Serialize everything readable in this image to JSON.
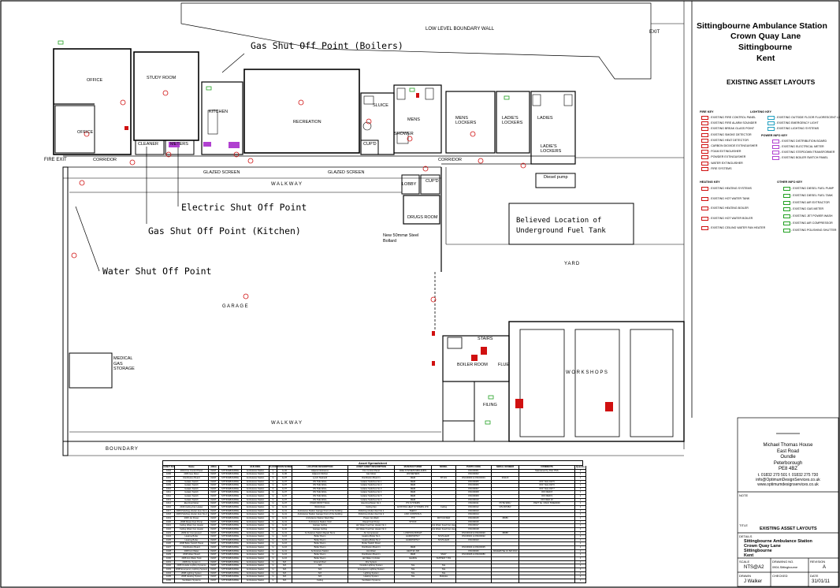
{
  "header": {
    "line1": "Sittingbourne Ambulance Station",
    "line2": "Crown Quay Lane",
    "line3": "Sittingbourne",
    "line4": "Kent",
    "subtitle": "EXISTING ASSET LAYOUTS"
  },
  "site": {
    "boundary_wall": "LOW  LEVEL  BOUNDARY  WALL",
    "exit": "EXIT",
    "fire_exit": "FIRE EXIT",
    "boundary": "BOUNDARY",
    "yard": "YARD",
    "walkway": "W A L K W A Y"
  },
  "rooms": {
    "office1": "OFFICE",
    "office2": "OFFICE",
    "study": "STUDY ROOM",
    "kitchen": "KITCHEN",
    "recreation": "RECREATION",
    "sluice": "SLUICE",
    "mens": "MENS",
    "shower": "SHOWER",
    "mens_lockers": "MENS LOCKERS",
    "ladies_lockers": "LADIE'S LOCKERS",
    "ladies": "LADIES",
    "ladies_lockers2": "LADIE'S LOCKERS",
    "cleaner": "CLEANER",
    "meters": "METERS",
    "cupd1": "CUP'D",
    "corridor1": "CORRIDOR",
    "corridor2": "CORRIDOR",
    "glazed1": "GLAZED SCREEN",
    "glazed2": "GLAZED SCREEN",
    "lobby": "LOBBY",
    "cupd2": "CUP'D",
    "drugs": "DRUGS ROOM",
    "diesel": "Diesel pump",
    "garage": "G A R A G E",
    "medical": "MEDICAL GAS STORAGE",
    "stairs": "STAIRS",
    "boiler": "BOILER ROOM",
    "flue": "FLUE",
    "filing": "FILING",
    "workshops": "W O R K S H O P S",
    "bollard": "New 50mmø Steel Bollard"
  },
  "callouts": {
    "gas_boilers": "Gas Shut Off Point (Boilers)",
    "electric": "Electric Shut Off Point",
    "gas_kitchen": "Gas Shut Off Point (Kitchen)",
    "water": "Water Shut Off Point",
    "fuel_tank": "Believed Location of Underground Fuel Tank"
  },
  "key": {
    "fire_title": "FIRE KEY",
    "fire_items": [
      "EXISTING FIRE CONTROL PANEL",
      "EXISTING FIRE ALARM SOUNDER",
      "EXISTING BREAK GLASS POINT",
      "EXISTING SMOKE DETECTOR",
      "EXISTING HEAT DETECTOR",
      "CARBON DIOXIDE EXTINGUISHER",
      "FOAM EXTINGUISHER",
      "POWDER EXTINGUISHER",
      "WATER EXTINGUISHER",
      "FIRE SYSTEMS"
    ],
    "light_title": "LIGHTING KEY",
    "light_items": [
      "EXISTING OUTSIDE FLOOR FLUORESCENT LIGHT",
      "EXISTING EMERGENCY LIGHT",
      "EXISTING LIGHTING SYSTEMS"
    ],
    "power_title": "POWER INFO KEY",
    "power_items": [
      "EXISTING DISTRIBUTION BOARD",
      "EXISTING ELECTRICAL METER",
      "EXISTING STEPDOWN TRANSFORMER",
      "EXISTING BOILER SWITCH PANEL"
    ],
    "heat_title": "HEATING KEY",
    "heat_items": [
      "EXISTING HEATING SYSTEMS",
      "EXISTING HOT WATER TANK",
      "EXISTING HEATING BOILER",
      "EXISTING HOT WATER BOILER",
      "EXISTING CEILING WATER FAN HEATER"
    ],
    "other_title": "OTHER INFO KEY",
    "other_items": [
      "EXISTING DIESEL FUEL PUMP",
      "EXISTING DIESEL FUEL TANK",
      "EXISTING AIR EXTRACTOR",
      "EXISTING GAS METER",
      "EXISTING JET POWER WASH",
      "EXISTING AIR COMPRESSOR",
      "EXISTING POLISHING SHUTTER"
    ]
  },
  "company": {
    "name": "Michael Thomas House",
    "addr1": "East Road",
    "addr2": "Oundle",
    "addr3": "Peterborough",
    "postcode": "PE8 4BZ",
    "tel": "t.  01832 270 501  f.  01832 275 730",
    "email": "info@OptimumDesignServices.co.uk",
    "web": "www.optimumdesignservices.co.uk"
  },
  "titleblock": {
    "note_label": "NOTE",
    "title_label": "TITLE",
    "title": "EXISTING ASSET LAYOUTS",
    "details_label": "DETAILS",
    "details1": "Sittingbourne Ambulance Station",
    "details2": "Crown Quay Lane",
    "details3": "Sittingbourne",
    "details4": "Kent",
    "scale_label": "SCALE",
    "scale": "NTS@A2",
    "drawing_label": "DRAWING NO.",
    "drawing": "0904-Sittingbourne",
    "revision_label": "REVISION",
    "revision": "A",
    "drawn_label": "DRAWN",
    "drawn": "J Walker",
    "checked_label": "CHECKED",
    "checked": "",
    "date_label": "DATE",
    "date": "31/01/11"
  },
  "table": {
    "title": "Asset Spreadsheet",
    "headers": [
      "ASSET NUMBER",
      "Name",
      "AREA",
      "SITE",
      "BUILDING",
      "FLOOR",
      "ROOM NUMBER",
      "LOCATION DESCRIPTION",
      "ASSET ASSET DESCRIPTION",
      "MANUFACTURER",
      "MODEL",
      "PHOTO CODE",
      "SERIAL NUMBER",
      "COMMENTS",
      "Quantity"
    ],
    "rows": [
      [
        "1004",
        "2004 Fire Control Panel",
        "KENT",
        "SITTINGBOURNE",
        "Ambulance Station",
        "G",
        "G-02",
        "Adjacent Entrance",
        "Fire Control Panel",
        "FIRE SYSTEMS MIDLANDS",
        "",
        "DSC00001",
        "",
        "Maintained by KSA ITSS",
        "1"
      ],
      [
        "1006",
        "2006 Gas Meter",
        "KENT",
        "SITTINGBOURNE",
        "Ambulance Station",
        "G",
        "G-06",
        "Adjacent Kitchen",
        "Gas Meter",
        "UNI METERS",
        "",
        "DSC00002",
        "",
        "",
        "1"
      ],
      [
        "1007",
        "Distribution Board",
        "KENT",
        "SITTINGBOURNE",
        "Ambulance Station",
        "G",
        "G-07",
        "Lynch Stairwell",
        "Distribution Board 1",
        "MEM",
        "BT101",
        "DSC00003 & DSC00004",
        "391123",
        "",
        "1"
      ],
      [
        "1008",
        "Isolator Switch",
        "KENT",
        "SITTINGBOURNE",
        "Ambulance Station",
        "G",
        "G-07",
        "ON THE WALL",
        "Isolator Switches No 1",
        "MEM",
        "",
        "DSC00005",
        "",
        "OFF YELLOW 5",
        "1"
      ],
      [
        "1009",
        "Isolator Switch",
        "KENT",
        "SITTINGBOURNE",
        "Ambulance Station",
        "G",
        "G-07",
        "ON THE WALL",
        "Isolator Switches No 2",
        "MEM",
        "",
        "DSC00006",
        "",
        "OFF YELLOW 6",
        "1"
      ],
      [
        "1010",
        "Isolator Switch",
        "KENT",
        "SITTINGBOURNE",
        "Ambulance Station",
        "G",
        "G-07",
        "ON THE WALL",
        "Isolator Switches No 3",
        "MEM",
        "",
        "DSC00007",
        "",
        "OFF YELLOW 7",
        "1"
      ],
      [
        "1011",
        "Isolator Switch",
        "KENT",
        "SITTINGBOURNE",
        "Ambulance Station",
        "G",
        "G-07",
        "ON THE WALL",
        "Isolator Switches No 4",
        "MEM",
        "",
        "DSC00008",
        "",
        "OFF RED 8",
        "1"
      ],
      [
        "1012",
        "Isolator Switch",
        "KENT",
        "SITTINGBOURNE",
        "Ambulance Station",
        "G",
        "G-07",
        "ON THE WALL",
        "Isolator Switches No 5",
        "MEM",
        "",
        "DSC00009",
        "",
        "OFF RED 9",
        "1"
      ],
      [
        "1013",
        "Isolator Switch",
        "KENT",
        "SITTINGBOURNE",
        "Ambulance Station",
        "G",
        "G-07",
        "ON THE WALL",
        "Isolator Switches No 6",
        "MEM",
        "",
        "DSC00010",
        "",
        "OFF RED 10",
        "1"
      ],
      [
        "1014",
        "Electrical Meter",
        "KENT",
        "SITTINGBOURNE",
        "Ambulance Station",
        "G",
        "G-07",
        "OVER FRONT WALL",
        "Electrical Meter No 1",
        "ITS SYSTEMS",
        "",
        "DSC00011",
        "PCTE 9001/",
        "PART No. DSCK 5/ME0000/",
        "1"
      ],
      [
        "1016",
        "2016 Ceiling Fan Heater",
        "KENT",
        "SITTINGBOURNE",
        "Ambulance Station",
        "G",
        "G-41",
        "Workshops",
        "Ceiling Fan",
        "EXISTING HEAT SYSTEMS LTD",
        "Ceiling",
        "DSC00012",
        "V/N 097452/",
        "",
        "1"
      ],
      [
        "1017",
        "2008 Polishing shutter door No 1",
        "KENT",
        "SITTINGBOURNE",
        "Ambulance Station",
        "G",
        "G-41",
        "Ambulance Station Garage Front of the building",
        "Polishing shutter door No 1",
        "TEEKO",
        "",
        "DSC00013",
        "",
        "",
        "1"
      ],
      [
        "1018",
        "2008 Polishing shutter door No 2",
        "KENT",
        "SITTINGBOURNE",
        "Ambulance Station",
        "G",
        "G-41",
        "Ambulance Station Garage Front of the building",
        "Polishing shutter door No 2",
        "LINK CONTROLS",
        "",
        "DSC00014",
        "",
        "",
        "1"
      ],
      [
        "1019",
        "2008 Jet Power",
        "KENT",
        "SITTINGBOURNE",
        "Ambulance Station",
        "G",
        "G-41",
        "Ambulance Station Wash Bay",
        "Power Jet Wash",
        "TTP",
        "DRYCUFFER",
        "DSC00015",
        "38086",
        "",
        "1"
      ],
      [
        "1020",
        "2008 Diesel Fuel Pump",
        "KENT",
        "SITTINGBOURNE",
        "Ambulance Station",
        "G",
        "G-41",
        "Ambulance Station Yard",
        "Diesel Fuel Pump",
        "STOCK",
        "",
        "DSC00016",
        "",
        "",
        "1"
      ],
      [
        "1021",
        "Ceiling Water Fan Heater",
        "KENT",
        "SITTINGBOURNE",
        "Ambulance Station",
        "G",
        "G-42",
        "Garage Ceiling",
        "Hot Water Fuel Fan Heater No 1",
        "",
        "Hot Water Feed Fan Heater",
        "DSC00017",
        "",
        "",
        "1"
      ],
      [
        "1022",
        "Ceiling Water Fan Heater",
        "KENT",
        "SITTINGBOURNE",
        "Ambulance Station",
        "G",
        "G-42",
        "Garage Ceiling",
        "Hot Water Fuel Fan Heater No 2",
        "",
        "Hot Water Feed Fan Heater",
        "DSC00018",
        "",
        "",
        "1"
      ],
      [
        "1023",
        "2009 AC Compressor",
        "KENT",
        "SITTINGBOURNE",
        "Ambulance Station",
        "G",
        "G-41",
        "Ambulance Station Repair Store",
        "Air Compressor",
        "LUSPOOLFINISHT",
        "",
        "DSC00019 & DSC00020",
        "38088",
        "",
        "1"
      ],
      [
        "1024",
        "Heating Boiler",
        "KENT",
        "SITTINGBOURNE",
        "Ambulance Station",
        "G",
        "G-16",
        "Boiler Room",
        "Heating Boiler No 1",
        "HAMWORTHY",
        "SOVILLE20",
        "DSC00021 & DSC00022",
        "",
        "",
        "1"
      ],
      [
        "1025",
        "Heating Boiler",
        "KENT",
        "SITTINGBOURNE",
        "Ambulance Station",
        "G",
        "G-16",
        "Boiler Room",
        "Heating Boiler No 2",
        "HAMWORTHY",
        "SOVILLE20",
        "DSC00023",
        "",
        "",
        "1"
      ],
      [
        "1026",
        "2008 Boiler Switch Panel",
        "KENT",
        "SITTINGBOURNE",
        "Ambulance Station",
        "G",
        "G-16",
        "Boiler Room",
        "Boiler Switch Panel",
        "",
        "",
        "",
        "",
        "",
        "1"
      ],
      [
        "1027",
        "Distribution Board",
        "KENT",
        "SITTINGBOURNE",
        "Ambulance Station",
        "G",
        "G-16",
        "Boiler Room",
        "Distribution Board 1",
        "MEM",
        "",
        "DSC00024 & DSC00025",
        "",
        "",
        "1"
      ],
      [
        "1028",
        "2008 Hot Water",
        "KENT",
        "SITTINGBOURNE",
        "Ambulance Station",
        "G",
        "G-41",
        "Ambulance Station",
        "Hot Water",
        "HEAT-W. AIR",
        "",
        "DSC00026",
        "ADHEE57AE 10 SM 2013",
        "",
        "1"
      ],
      [
        "1029",
        "2008 Water Board",
        "KENT",
        "SITTINGBOURNE",
        "Ambulance Station",
        "G",
        "G-16",
        "Boiler Room",
        "Distribution Board 1",
        "MEM",
        "SMAY",
        "DSC00026 & DSC00080",
        "",
        "",
        "1"
      ],
      [
        "1030",
        "2008 Hot Water Tank",
        "KENT",
        "SITTINGBOURNE",
        "Ambulance Station",
        "G",
        "G-16",
        "Boiler Room",
        "Hot Water Cylinder",
        "Gledhills",
        "SUPPER 7 X61",
        "",
        "",
        "",
        "1"
      ],
      [
        "1031",
        "2008 Fire System 1",
        "KENT",
        "SITTINGBOURNE",
        "Ambulance Station",
        "G",
        "N/A",
        "Ground Floor",
        "Fire System",
        "",
        "",
        "",
        "",
        "",
        "1"
      ],
      [
        "1032",
        "2008 Outside Lighting Systems",
        "KENT",
        "SITTINGBOURNE",
        "Ambulance Station",
        "G",
        "N/A",
        "N/A",
        "Outside Lighting System",
        "N/a",
        "N/a",
        "",
        "",
        "",
        "1"
      ],
      [
        "1033",
        "2008 Emergency Lighting System",
        "KENT",
        "SITTINGBOURNE",
        "Ambulance Station",
        "G",
        "N/A",
        "N/A",
        "Emergency Lighting System",
        "N/a",
        "N/a",
        "",
        "",
        "",
        "1"
      ],
      [
        "1034",
        "2008 Lighting System",
        "KENT",
        "SITTINGBOURNE",
        "Ambulance Station",
        "G",
        "N/A",
        "N/A",
        "Lighting System",
        "N/a",
        "N/a",
        "",
        "",
        "",
        "1"
      ],
      [
        "1035",
        "2008 Heating System",
        "KENT",
        "SITTINGBOURNE",
        "Ambulance Station",
        "G",
        "N/A",
        "N/A",
        "Heating System",
        "N/a",
        "Multiples",
        "",
        "",
        "",
        "1"
      ],
      [
        "1036",
        "Ventilation Systems",
        "KENT",
        "SITTINGBOURNE",
        "Ambulance Station",
        "G",
        "N/A",
        "Ceiling",
        "Ventilation Systems",
        "",
        "",
        "",
        "",
        "",
        "1"
      ]
    ]
  }
}
